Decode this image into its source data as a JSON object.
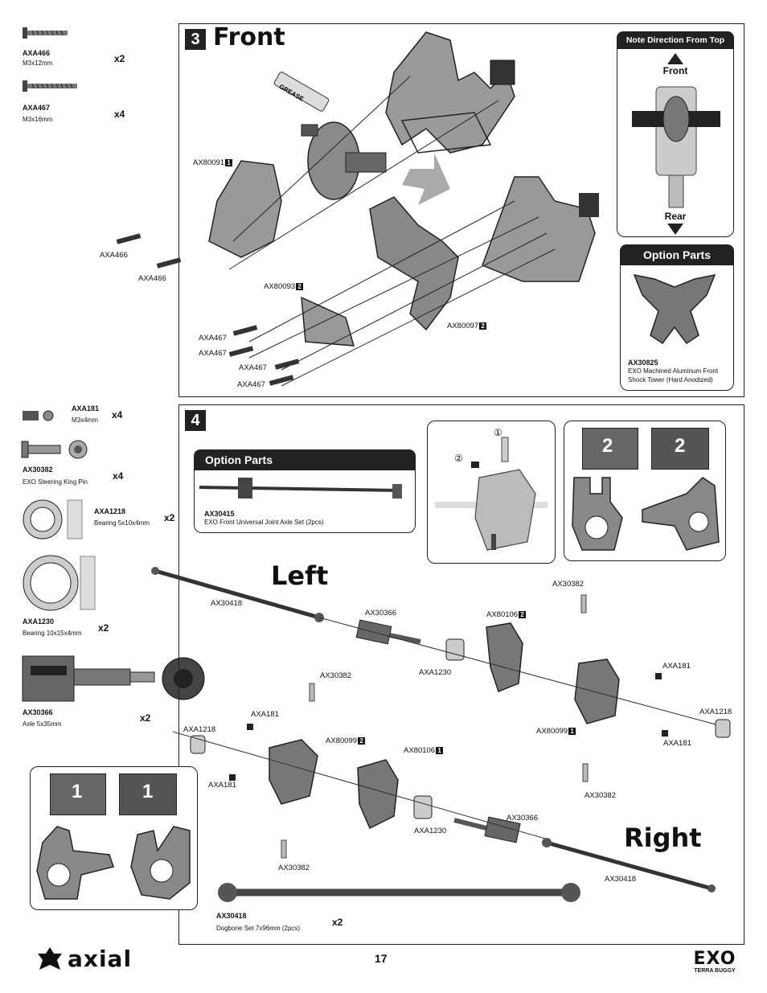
{
  "parts_left": [
    {
      "code": "AXA466",
      "desc": "M3x12mm",
      "qty": "x2"
    },
    {
      "code": "AXA467",
      "desc": "M3x16mm",
      "qty": "x4"
    },
    {
      "code": "AXA181",
      "desc": "M3x4mm",
      "qty": "x4"
    },
    {
      "code": "AX30382",
      "desc": "EXO Steering King Pin",
      "qty": "x4"
    },
    {
      "code": "AXA1218",
      "desc": "Bearing 5x10x4mm",
      "qty": "x2"
    },
    {
      "code": "AXA1230",
      "desc": "Bearing 10x15x4mm",
      "qty": "x2"
    },
    {
      "code": "AX30366",
      "desc": "Axle 5x35mm",
      "qty": "x2"
    },
    {
      "code": "AX30418",
      "desc": "Dogbone Set 7x96mm (2pcs)",
      "qty": "x2"
    }
  ],
  "step3": {
    "number": "3",
    "title": "Front",
    "grease_label": "GREASE",
    "callouts": {
      "ax80091": "AX80091",
      "axa466_a": "AXA466",
      "axa466_b": "AXA466",
      "ax80093": "AX80093",
      "ax80097": "AX80097",
      "axa467_a": "AXA467",
      "axa467_b": "AXA467",
      "axa467_c": "AXA467",
      "axa467_d": "AXA467"
    },
    "badges": {
      "one": "1",
      "two": "2"
    },
    "note": {
      "header": "Note Direction From Top",
      "front": "Front",
      "rear": "Rear"
    },
    "option": {
      "header": "Option Parts",
      "code": "AX30825",
      "desc": "EXO Machined Aluminum Front Shock Tower (Hard Anodized)"
    }
  },
  "step4": {
    "number": "4",
    "option": {
      "header": "Option Parts",
      "code": "AX30415",
      "desc": "EXO Front Universal Joint Axle Set (2pcs)"
    },
    "circled": {
      "one": "①",
      "two": "②"
    },
    "left_label": "Left",
    "right_label": "Right",
    "callouts": {
      "ax30418_top": "AX30418",
      "ax30366_top": "AX30366",
      "axa1230_top": "AXA1230",
      "ax80106_top": "AX80106",
      "ax30382_top": "AX30382",
      "axa181_top": "AXA181",
      "axa1218_right": "AXA1218",
      "ax80099_right": "AX80099",
      "axa181_right": "AXA181",
      "ax30382_right": "AX30382",
      "ax30382_mid": "AX30382",
      "axa181_mid": "AXA181",
      "axa1218_left": "AXA1218",
      "ax80099_left": "AX80099",
      "ax80106_left": "AX80106",
      "axa181_left": "AXA181",
      "axa1230_bot": "AXA1230",
      "ax30366_bot": "AX30366",
      "ax30382_bot": "AX30382",
      "ax30418_bot": "AX30418"
    },
    "detail_numbers": {
      "two": "2",
      "one": "1"
    }
  },
  "footer": {
    "page": "17",
    "brand": "axial",
    "product": "EXO",
    "product_sub": "TERRA BUGGY"
  }
}
